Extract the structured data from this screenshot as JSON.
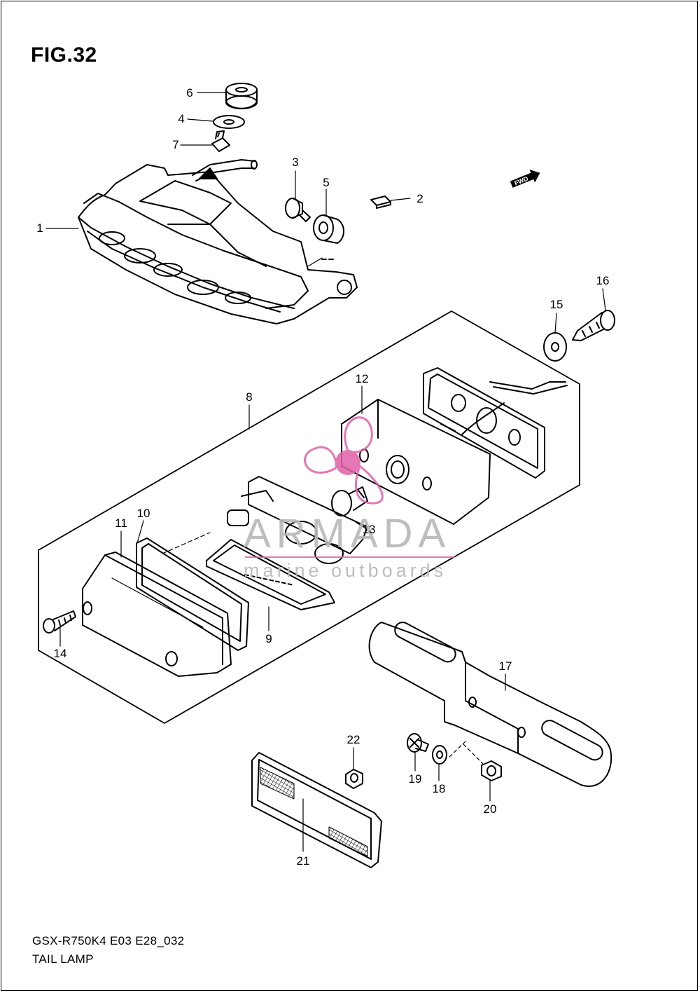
{
  "figure": {
    "title": "FIG.32",
    "model_code": "GSX-R750K4 E03 E28_032",
    "section_name": "TAIL LAMP"
  },
  "direction_marker": {
    "text": "FWD",
    "icon": "forward-arrow-icon"
  },
  "watermark": {
    "brand": "ARMADA",
    "tagline": "marine outboards",
    "colors": {
      "accent": "#e060a8",
      "text": "#b8b8b8"
    }
  },
  "callouts": [
    {
      "number": "1"
    },
    {
      "number": "2"
    },
    {
      "number": "3"
    },
    {
      "number": "4"
    },
    {
      "number": "5"
    },
    {
      "number": "6"
    },
    {
      "number": "7"
    },
    {
      "number": "8"
    },
    {
      "number": "9"
    },
    {
      "number": "10"
    },
    {
      "number": "11"
    },
    {
      "number": "12"
    },
    {
      "number": "13"
    },
    {
      "number": "14"
    },
    {
      "number": "15"
    },
    {
      "number": "16"
    },
    {
      "number": "17"
    },
    {
      "number": "18"
    },
    {
      "number": "19"
    },
    {
      "number": "20"
    },
    {
      "number": "21"
    },
    {
      "number": "22"
    }
  ]
}
